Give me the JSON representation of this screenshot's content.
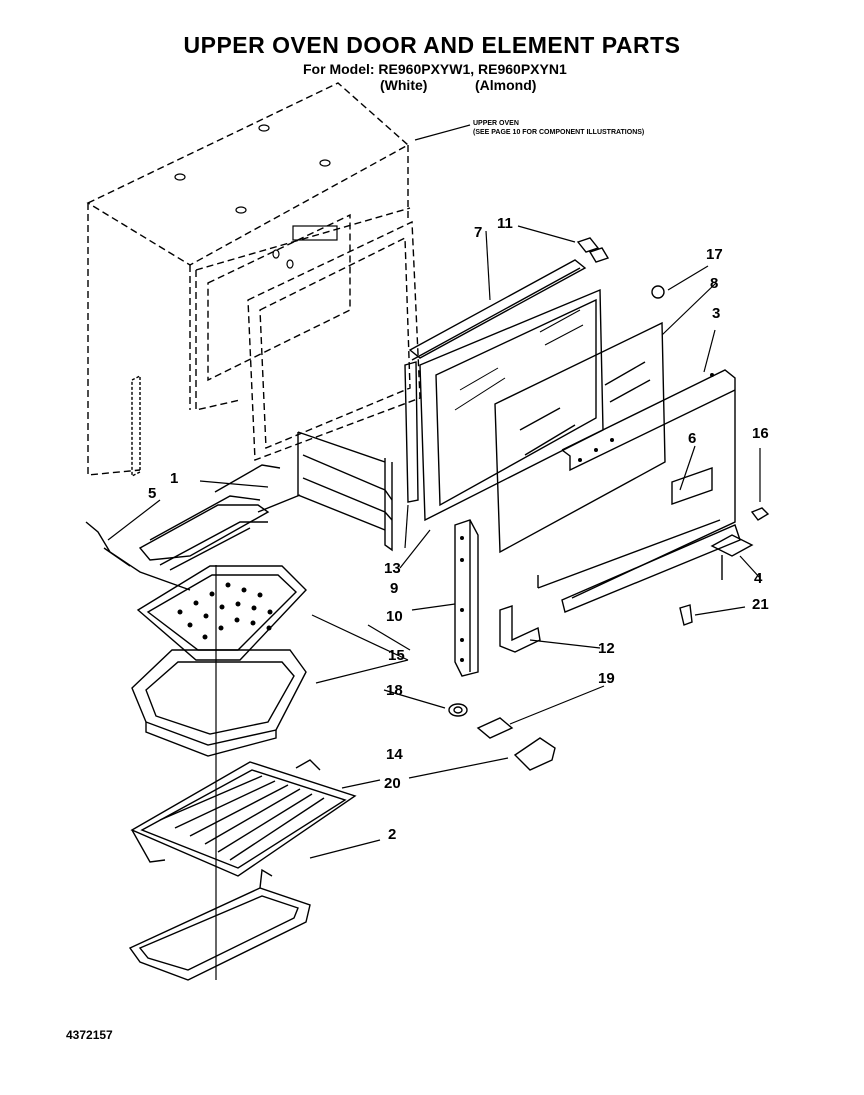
{
  "header": {
    "title": "UPPER OVEN DOOR AND ELEMENT PARTS",
    "model_line": "For Model: RE960PXYW1, RE960PXYN1",
    "variant_white": "(White)",
    "variant_almond": "(Almond)"
  },
  "note": {
    "line1": "UPPER OVEN",
    "line2": "(SEE PAGE 10 FOR COMPONENT ILLUSTRATIONS)"
  },
  "callouts": {
    "c1": "1",
    "c2": "2",
    "c3": "3",
    "c4": "4",
    "c5": "5",
    "c6": "6",
    "c7": "7",
    "c8": "8",
    "c9": "9",
    "c10": "10",
    "c11": "11",
    "c12": "12",
    "c13": "13",
    "c14": "14",
    "c15": "15",
    "c16": "16",
    "c17": "17",
    "c18": "18",
    "c19": "19",
    "c20": "20",
    "c21": "21"
  },
  "footer": {
    "doc_number": "4372157"
  }
}
